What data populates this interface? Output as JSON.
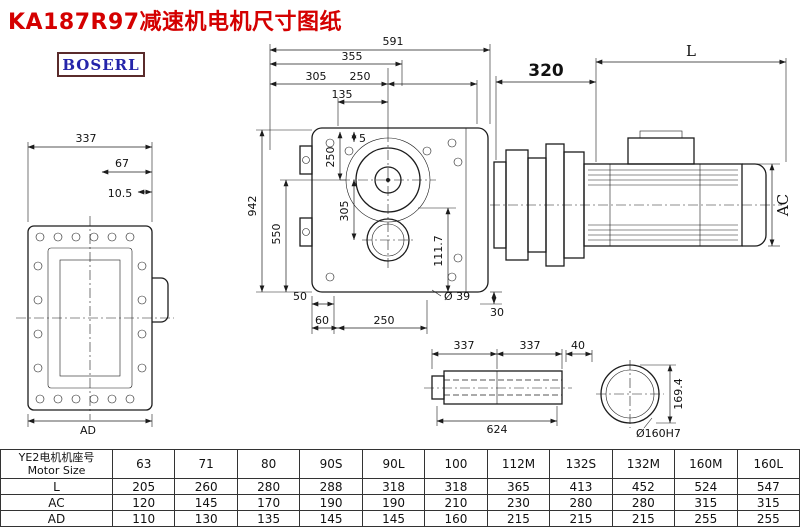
{
  "title": "KA187R97减速机电机尺寸图纸",
  "logo": "BOSERL",
  "colors": {
    "title_red": "#d40000",
    "logo_blue": "#2424aa",
    "logo_border": "#5a2b2b",
    "line_black": "#1c1c1c"
  },
  "dims": {
    "front_337": "337",
    "front_67": "67",
    "front_105": "10.5",
    "front_ad": "AD",
    "main_591": "591",
    "main_355": "355",
    "main_305_top": "305",
    "main_250_top": "250",
    "main_135": "135",
    "main_942": "942",
    "main_550": "550",
    "main_250_left": "250",
    "main_5": "5",
    "main_305_left": "305",
    "main_111_7": "111.7",
    "main_50": "50",
    "main_o39": "Ø 39",
    "main_30": "30",
    "main_60": "60",
    "main_250_bottom": "250",
    "motor_320": "320",
    "motor_l": "L",
    "motor_ac": "AC",
    "shaft_337_a": "337",
    "shaft_337_b": "337",
    "shaft_624": "624",
    "bore_40": "40",
    "bore_169_4": "169.4",
    "bore_o160": "Ø160H7"
  },
  "table": {
    "row_label_line1": "YE2电机机座号",
    "row_label_line2": "Motor Size",
    "header": [
      "63",
      "71",
      "80",
      "90S",
      "90L",
      "100",
      "112M",
      "132S",
      "132M",
      "160M",
      "160L"
    ],
    "rows": [
      {
        "label": "L",
        "values": [
          "205",
          "260",
          "280",
          "288",
          "318",
          "318",
          "365",
          "413",
          "452",
          "524",
          "547"
        ]
      },
      {
        "label": "AC",
        "values": [
          "120",
          "145",
          "170",
          "190",
          "190",
          "210",
          "230",
          "280",
          "280",
          "315",
          "315"
        ]
      },
      {
        "label": "AD",
        "values": [
          "110",
          "130",
          "135",
          "145",
          "145",
          "160",
          "215",
          "215",
          "215",
          "255",
          "255"
        ]
      }
    ]
  }
}
